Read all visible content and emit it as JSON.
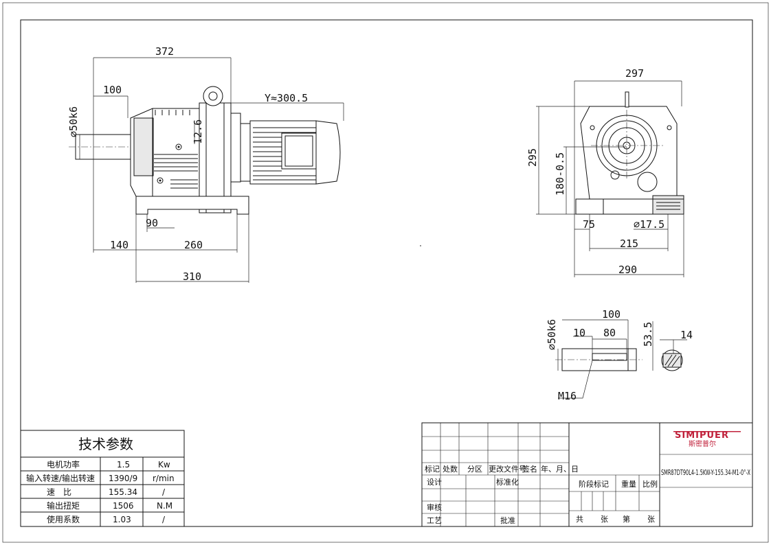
{
  "dimensions": {
    "front": {
      "overall_length": "372",
      "shaft_length": "100",
      "shaft_diameter": "⌀50k6",
      "motor_length": "Y≈300.5",
      "flange_offset": "12.6",
      "foot_hole_spacing": "90",
      "foot_offset": "140",
      "foot_length": "260",
      "base_length": "310"
    },
    "side": {
      "width_top": "297",
      "height": "295",
      "shaft_height": "180-0.5",
      "foot_edge": "75",
      "hole_diameter": "⌀17.5",
      "hole_spacing": "215",
      "base_width": "290"
    },
    "shaft_detail": {
      "length": "100",
      "offset": "10",
      "key_length": "80",
      "diameter": "⌀50k6",
      "key_height": "53.5",
      "key_width": "14",
      "thread": "M16"
    }
  },
  "tech_params": {
    "title": "技术参数",
    "rows": [
      {
        "label": "电机功率",
        "value": "1.5",
        "unit": "Kw"
      },
      {
        "label": "输入转速/输出转速",
        "value": "1390/9",
        "unit": "r/min"
      },
      {
        "label": "速　比",
        "value": "155.34",
        "unit": "/"
      },
      {
        "label": "输出扭矩",
        "value": "1506",
        "unit": "N.M"
      },
      {
        "label": "使用系数",
        "value": "1.03",
        "unit": "/"
      }
    ]
  },
  "title_block": {
    "headers": [
      "标记",
      "处数",
      "分区",
      "更改文件号",
      "签名",
      "年、月、日"
    ],
    "design": "设计",
    "standardize": "标准化",
    "review": "审核",
    "process": "工艺",
    "approve": "批准",
    "stage_mark": "阶段标记",
    "weight": "重量",
    "scale": "比例",
    "total": "共",
    "sheets": "张",
    "number": "第",
    "sheet": "张",
    "brand": "SIMIPUER",
    "brand_cn": "斯密普尔",
    "model": "SMR87DT90L4-1.5KW-Y-155.34-M1-0°-X"
  }
}
